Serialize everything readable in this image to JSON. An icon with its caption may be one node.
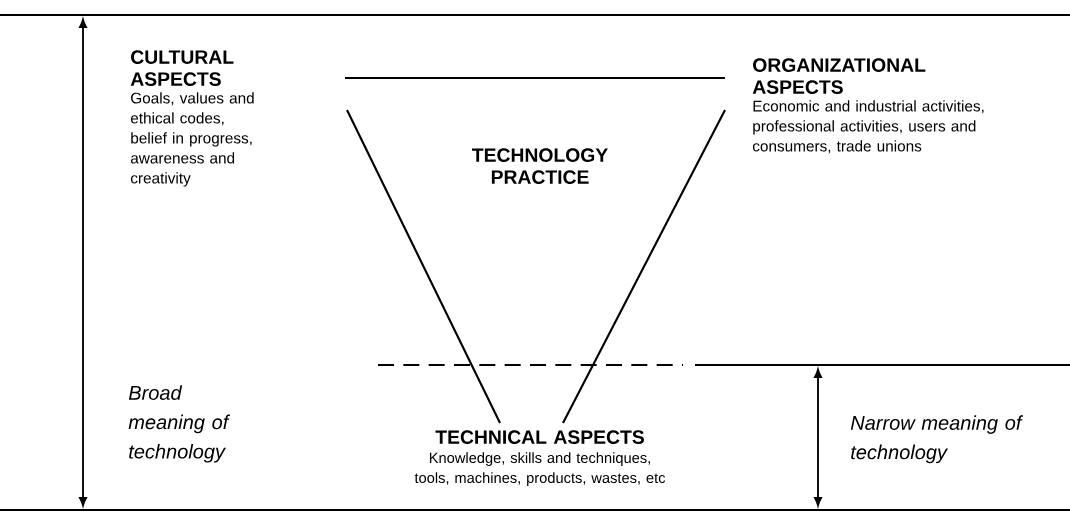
{
  "diagram": {
    "labels": [
      "CULTURAL ASPECTS",
      "Goals, values and ethical codes, belief in progress, awareness and creativity",
      "ORGANIZATIONAL ASPECTS",
      "Economic and industrial activities, professional activities, users and consumers, trade unions",
      "TECHNOLOGY PRACTICE",
      "Broad meaning of technology",
      "TECHNICAL ASPECTS",
      "Knowledge, skills and techniques, tools, machines, products, wastes, etc",
      "Narrow meaning of technology"
    ]
  }
}
